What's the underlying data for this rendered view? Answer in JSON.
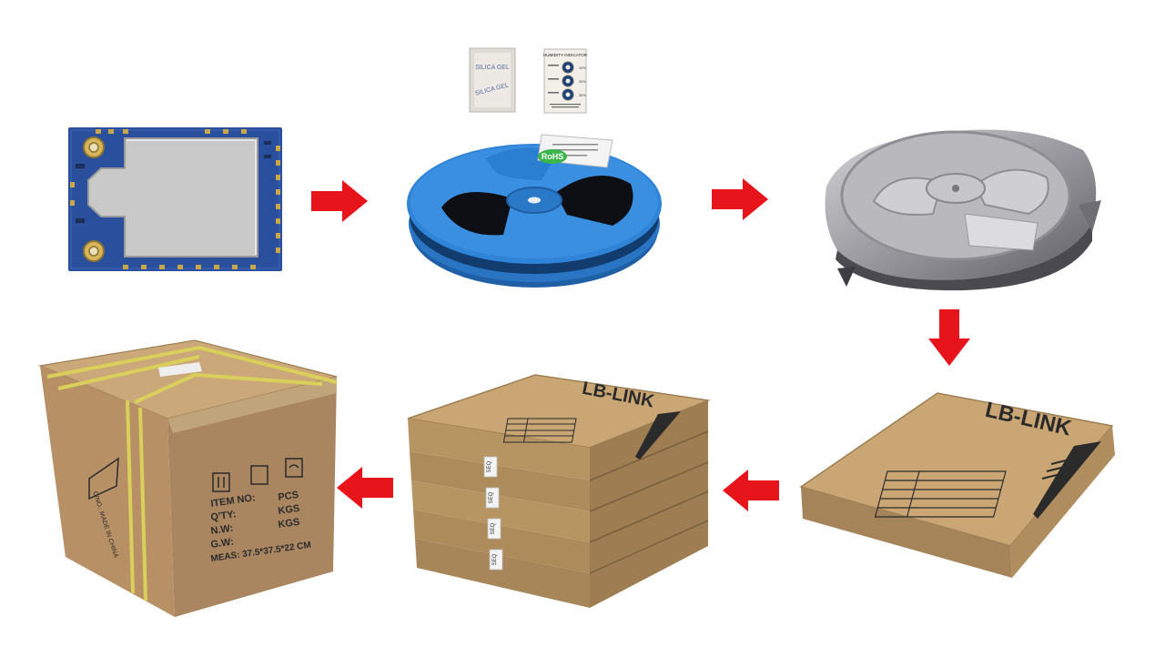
{
  "colors": {
    "arrow": "#e8141b",
    "pcb": "#2a4f9c",
    "shield": "#c8c8c8",
    "reel": "#2b7fd0",
    "foil": "#a9a9ad",
    "cardboard": "#c9a674",
    "tape": "#d9cf5a"
  },
  "module": {
    "icon": "wifi-module-icon"
  },
  "reel": {
    "icon": "tape-reel-icon",
    "rohs_label": "RoHS"
  },
  "desiccant": {
    "icon": "desiccant-pack-icon",
    "pack_text": "SILICA GEL"
  },
  "humidity_card": {
    "icon": "humidity-indicator-card-icon",
    "title": "HUMIDITY INDICATOR",
    "levels": [
      "10%",
      "20%",
      "30%"
    ]
  },
  "sealed_reel": {
    "icon": "vacuum-sealed-bag-icon"
  },
  "single_box": {
    "icon": "inner-box-icon",
    "brand": "LB-LINK"
  },
  "box_stack": {
    "icon": "box-stack-icon",
    "brand": "LB-LINK",
    "labels": [
      "SEQ",
      "SEQ",
      "SEQ",
      "SEQ"
    ]
  },
  "carton": {
    "icon": "shipping-carton-icon",
    "item_no": "ITEM NO:",
    "qty": "Q'TY:",
    "nw": "N.W:",
    "gw": "G.W:",
    "meas": "MEAS: 37.5*37.5*22 CM",
    "pcs": "PCS",
    "kgs1": "KGS",
    "kgs2": "KGS",
    "side": "C/NO.:  MADE IN CHINA"
  },
  "flow": [
    {
      "direction": "right"
    },
    {
      "direction": "right"
    },
    {
      "direction": "down"
    },
    {
      "direction": "left"
    },
    {
      "direction": "left"
    }
  ]
}
